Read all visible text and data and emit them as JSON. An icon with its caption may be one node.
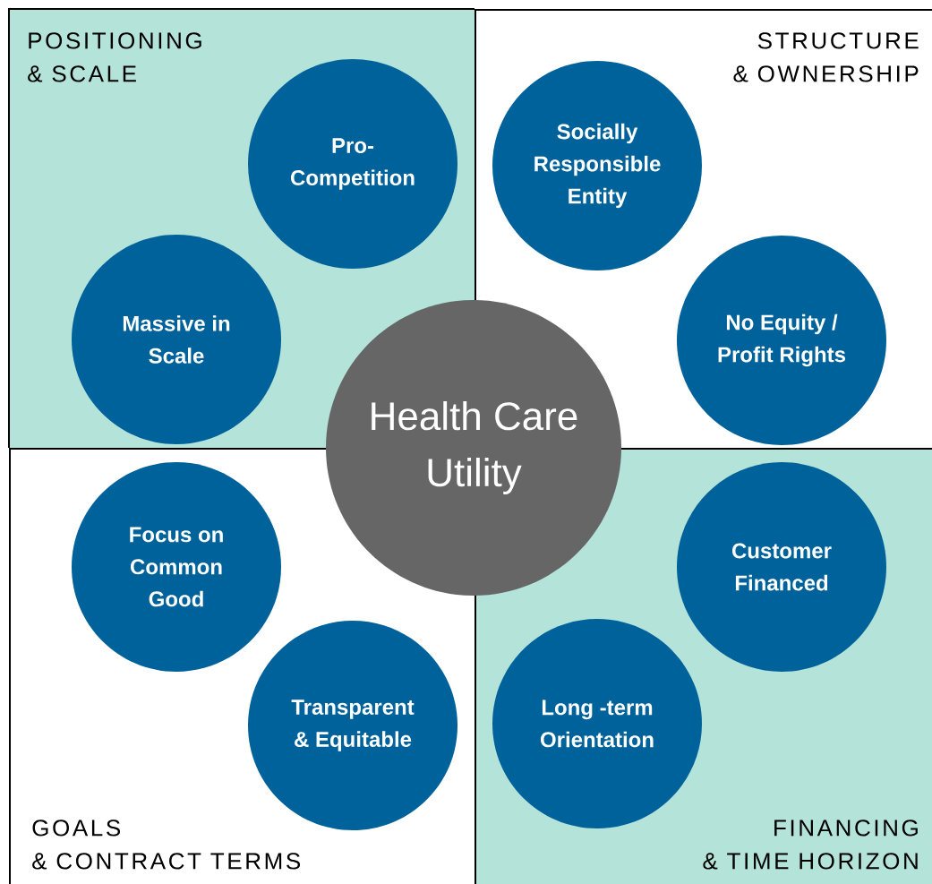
{
  "diagram": {
    "nodes": [
      {
        "text": [
          "POSITIONING & SCALE"
        ]
      },
      {
        "text": [
          "Pro- Competition"
        ],
        "in": 0
      },
      {
        "text": [
          "Massive in Scale"
        ],
        "in": 0
      },
      {
        "text": [
          "STRUCTURE & OWNERSHIP"
        ]
      },
      {
        "text": [
          "Socially Responsible Entity"
        ],
        "in": 3
      },
      {
        "text": [
          "No Equity / Profit Rights"
        ],
        "in": 3
      },
      {
        "text": [
          "Health Care Utility"
        ]
      },
      {
        "text": [
          "GOALS & CONTRACT TERMS"
        ]
      },
      {
        "text": [
          "Focus on Common Good"
        ],
        "in": 7
      },
      {
        "text": [
          "Transparent & Equitable"
        ],
        "in": 7
      },
      {
        "text": [
          "FINANCING & TIME HORIZON"
        ]
      },
      {
        "text": [
          "Customer Financed"
        ],
        "in": 10
      },
      {
        "text": [
          "Long -term Orientation"
        ],
        "in": 10
      }
    ]
  }
}
